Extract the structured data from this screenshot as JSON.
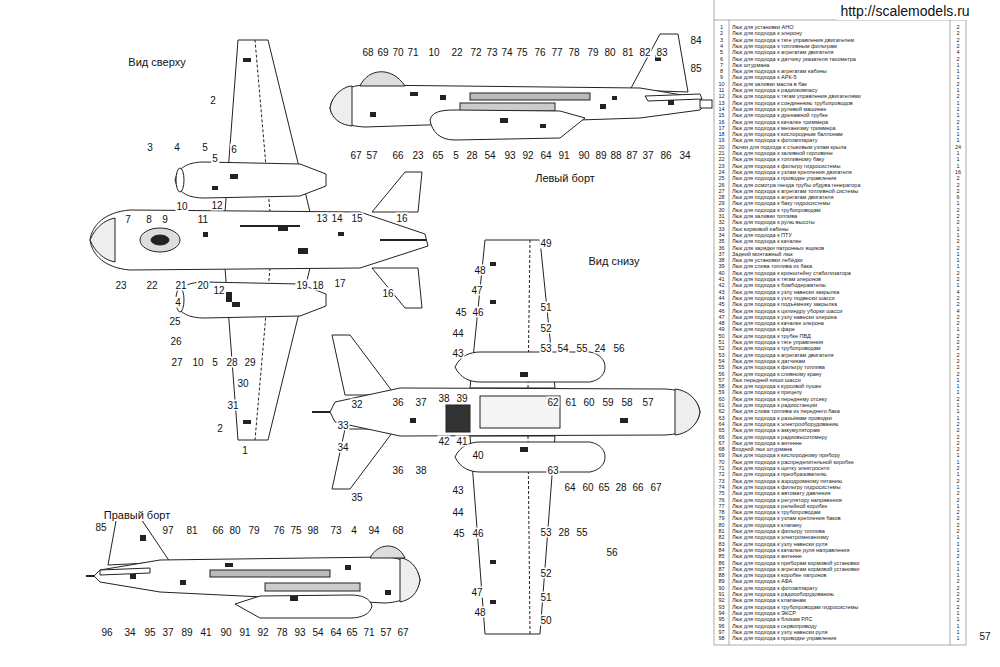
{
  "diagram": {
    "labels": [
      "http://scalemodels.ru",
      "Вид сверху",
      "2",
      "3",
      "4",
      "5",
      "5",
      "6",
      "10",
      "12",
      "7",
      "8",
      "9",
      "11",
      "13",
      "14",
      "15",
      "16",
      "23",
      "22",
      "21",
      "20",
      "12",
      "19",
      "18",
      "17",
      "16",
      "4",
      "25",
      "26",
      "27",
      "10",
      "5",
      "28",
      "29",
      "30",
      "31",
      "2",
      "1",
      "68",
      "69",
      "70",
      "71",
      "10",
      "22",
      "72",
      "73",
      "74",
      "75",
      "76",
      "77",
      "78",
      "79",
      "80",
      "81",
      "82",
      "83",
      "84",
      "85",
      "67",
      "57",
      "66",
      "23",
      "65",
      "5",
      "28",
      "54",
      "93",
      "92",
      "64",
      "91",
      "90",
      "89",
      "88",
      "87",
      "37",
      "86",
      "34",
      "Левый борт",
      "Вид снизу",
      "49",
      "48",
      "47",
      "51",
      "45",
      "46",
      "52",
      "44",
      "53",
      "54",
      "55",
      "24",
      "56",
      "43",
      "32",
      "36",
      "37",
      "38",
      "39",
      "62",
      "61",
      "60",
      "59",
      "58",
      "57",
      "33",
      "34",
      "40",
      "36",
      "38",
      "42",
      "41",
      "63",
      "64",
      "60",
      "65",
      "28",
      "66",
      "67",
      "43",
      "35",
      "44",
      "45",
      "46",
      "53",
      "28",
      "55",
      "56",
      "52",
      "47",
      "51",
      "48",
      "50",
      "Правый борт",
      "85",
      "97",
      "81",
      "66",
      "80",
      "79",
      "76",
      "75",
      "98",
      "73",
      "4",
      "94",
      "68",
      "96",
      "34",
      "95",
      "37",
      "89",
      "41",
      "90",
      "91",
      "92",
      "78",
      "93",
      "54",
      "64",
      "65",
      "71",
      "57",
      "67",
      "1",
      "Люк для установки АНО",
      "2",
      "2",
      "Люк для подхода к элерону",
      "2",
      "3",
      "Люк для подхода к тяге управления двигателем",
      "2",
      "4",
      "Люк для подхода к топливным фильтрам",
      "2",
      "5",
      "Люк для подхода к агрегатам двигателя",
      "4",
      "6",
      "Люк для подхода к датчику указателя тахометра",
      "2",
      "7",
      "Люк штурмана",
      "1",
      "8",
      "Люк для подхода к агрегатам кабины",
      "1",
      "9",
      "Люк для подхода к АРК-5",
      "1",
      "10",
      "Люк для заливки масла в бак",
      "2",
      "11",
      "Люк для подхода к радиокомпасу",
      "1",
      "12",
      "Люк для подхода к тягам управления двигателями",
      "2",
      "13",
      "Люк для подхода к соединению трубопроводов",
      "1",
      "14",
      "Люк для подхода к рулевой машинке",
      "1",
      "15",
      "Люк для подхода к дренажной трубке",
      "1",
      "16",
      "Люк для подхода к качалке триммера",
      "2",
      "17",
      "Люк для подхода к механизму триммера",
      "1",
      "18",
      "Люк для подхода к кислородным баллонам",
      "1",
      "19",
      "Люк для подхода к фотоаппарату",
      "1",
      "20",
      "Лючки для подхода к стыковым узлам крыла",
      "24",
      "21",
      "Люк для подхода к заливной горловине",
      "1",
      "22",
      "Люк для подхода к топливному баку",
      "1",
      "23",
      "Люк для подхода к фильтру гидросистемы",
      "1",
      "24",
      "Люк для подхода к узлам крепления двигателя",
      "16",
      "25",
      "Люк для подхода к проводке управления",
      "2",
      "26",
      "Люк для осмотра гнезда трубы обдува генератора",
      "2",
      "27",
      "Люк для подхода к агрегатам топливной системы",
      "2",
      "28",
      "Люк для подхода к агрегатам двигателя",
      "6",
      "29",
      "Люк для подхода к баку гидросистемы",
      "1",
      "30",
      "Люк для подхода к трубопроводам",
      "2",
      "31",
      "Люк для заливки топлива",
      "2",
      "32",
      "Люк для подхода к рулю высоты",
      "2",
      "33",
      "Люк кормовой кабины",
      "1",
      "34",
      "Люк для подхода к ПТУ",
      "1",
      "35",
      "Люк для подхода к качалке",
      "2",
      "36",
      "Люк для зарядки патронных ящиков",
      "2",
      "37",
      "Задний монтажный люк",
      "1",
      "38",
      "Люк для установки лебёдки",
      "1",
      "39",
      "Люк для слива топлива из бака",
      "1",
      "40",
      "Люк для подхода к кронштейну стабилизатора",
      "2",
      "41",
      "Люк для подхода к тягам элеронов",
      "2",
      "42",
      "Люк для подхода к бомбодержателю",
      "1",
      "43",
      "Люк для подхода к узлу навески закрылка",
      "4",
      "44",
      "Люк для подхода к узлу подвески шасси",
      "2",
      "45",
      "Люк для подхода к подъёмнику закрылка",
      "2",
      "46",
      "Люк для подхода к цилиндру уборки шасси",
      "4",
      "47",
      "Люк для подхода к узлу навески элерона",
      "2",
      "48",
      "Люк для подхода к качалке элерона",
      "2",
      "49",
      "Люк для подхода к фаре",
      "1",
      "50",
      "Люк для подхода к трубке ПВД",
      "2",
      "51",
      "Люк для подхода к тяге управления",
      "2",
      "52",
      "Люк для подхода к трубопроводам",
      "2",
      "53",
      "Люк для подхода к агрегатам двигателя",
      "2",
      "54",
      "Люк для подхода к датчикам",
      "2",
      "55",
      "Люк для подхода к фильтру топлива",
      "2",
      "56",
      "Люк для подхода к сливному крану",
      "2",
      "57",
      "Люк передней ниши шасси",
      "1",
      "58",
      "Люк для подхода к курсовой пушке",
      "1",
      "59",
      "Люк для подхода к прицелу",
      "1",
      "60",
      "Люк для подхода к переднему отсеку",
      "2",
      "61",
      "Люк для подхода к радиостанции",
      "1",
      "62",
      "Люк для слива топлива из переднего бака",
      "1",
      "63",
      "Люк для подхода к разъёмам проводки",
      "1",
      "64",
      "Люк для подхода к электрооборудованию",
      "2",
      "65",
      "Люк для подхода к аккумуляторам",
      "2",
      "66",
      "Люк для подхода к радиовысотомеру",
      "2",
      "67",
      "Люк для подхода к антенне",
      "2",
      "68",
      "Входной люк штурмана",
      "2",
      "69",
      "Люк для подхода к кислородному прибору",
      "1",
      "70",
      "Люк для подхода к распределительной коробке",
      "1",
      "71",
      "Люк для подхода к щитку электросети",
      "2",
      "72",
      "Люк для подхода к преобразователю",
      "1",
      "73",
      "Люк для подхода к аэродромному питанию",
      "2",
      "74",
      "Люк для подхода к фильтру гидросистемы",
      "1",
      "75",
      "Люк для подхода к автомату давления",
      "2",
      "76",
      "Люк для подхода к регулятору напряжения",
      "2",
      "77",
      "Люк для подхода к релейной коробке",
      "1",
      "78",
      "Люк для подхода к трубопроводам",
      "2",
      "79",
      "Люк для подхода к узлам крепления баков",
      "2",
      "80",
      "Люк для подхода к клапану",
      "2",
      "81",
      "Люк для подхода к фильтру топлива",
      "2",
      "82",
      "Люк для подхода к электромеханизму",
      "1",
      "83",
      "Люк для подхода к узлу навески руля",
      "1",
      "84",
      "Люк для подхода к качалке руля направления",
      "1",
      "85",
      "Люк для подхода к антенне",
      "2",
      "86",
      "Люк для подхода к приборам кормовой установки",
      "1",
      "87",
      "Люк для подхода к агрегатам кормовой установки",
      "1",
      "88",
      "Люк для подхода к коробке патронов",
      "1",
      "89",
      "Люк для подхода к АФА",
      "2",
      "90",
      "Люк для подхода к фотоаппарату",
      "2",
      "91",
      "Люк для подхода к радиооборудованию",
      "2",
      "92",
      "Люк для подхода к клапанам",
      "2",
      "93",
      "Люк для подхода к трубопроводам гидросистемы",
      "2",
      "94",
      "Люк для подхода к ЭКСР",
      "1",
      "95",
      "Люк для подхода к блокам РЛС",
      "1",
      "96",
      "Люк для подхода к сервоприводу",
      "1",
      "97",
      "Люк для подхода к узлу навески руля",
      "1",
      "98",
      "Люк для подхода к проводке управления",
      "1",
      "57"
    ]
  }
}
